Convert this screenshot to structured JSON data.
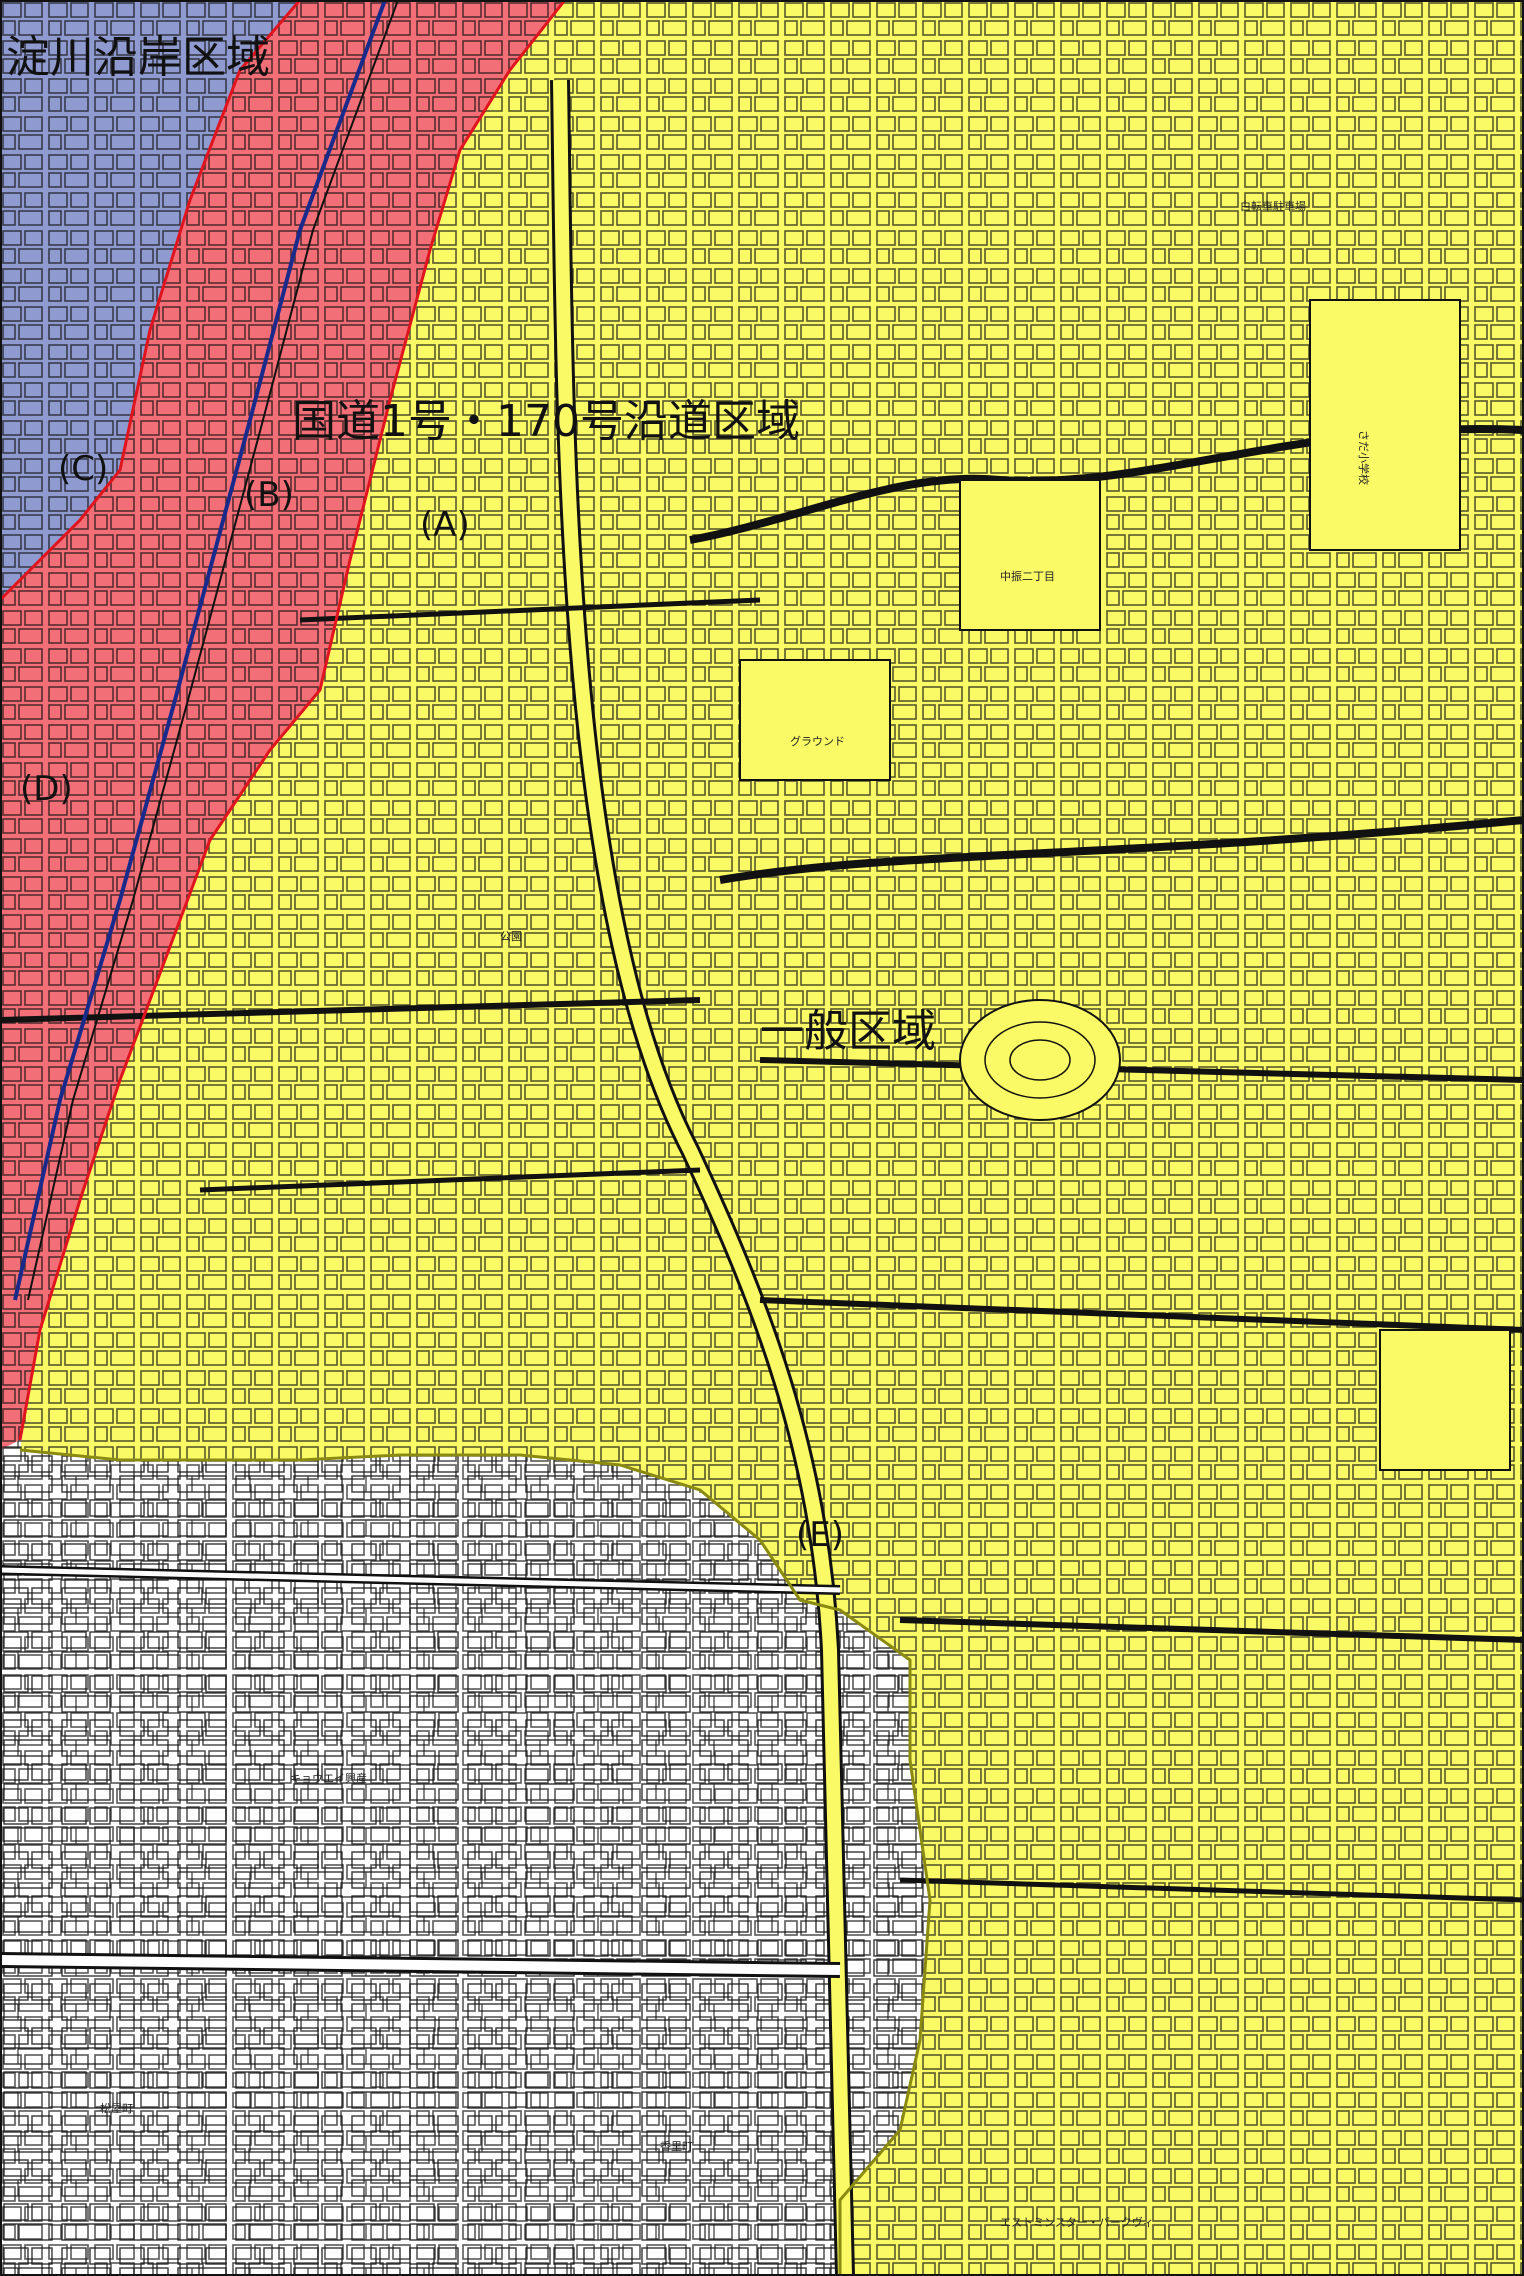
{
  "zones": {
    "yodogawa": {
      "label": "淀川沿岸区域",
      "color": "#8f9bd0"
    },
    "route": {
      "label": "国道1号・170号沿道区域",
      "color": "#f26f78"
    },
    "general": {
      "label": "一般区域",
      "color": "#fafa66"
    }
  },
  "subarea_labels": {
    "a": "(A)",
    "b": "(B)",
    "c": "(C)",
    "d": "(D)",
    "e": "(E)"
  },
  "place_labels": {
    "school": "さだ小学校",
    "ground": "グラウンド",
    "naka_furi": "中振二丁目",
    "jitensha_chusha": "白転車駐車場",
    "kyouei": "キョウエイ興産",
    "west_park": "エストミンスター・パークヴィ",
    "kouri": "香里町",
    "koen": "公園",
    "matsuya": "松屋町"
  },
  "colors": {
    "boundary": "#e0141e",
    "rail": "#1a2a8a",
    "street": "#111111"
  }
}
